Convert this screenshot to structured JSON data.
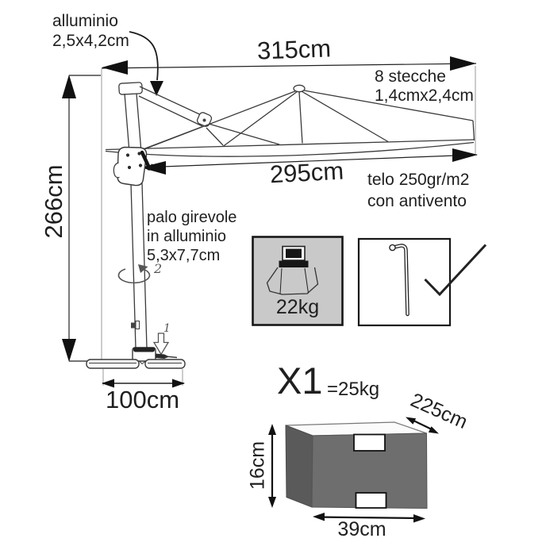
{
  "colors": {
    "text": "#1f1f1f",
    "line": "#3a3a3a",
    "arrow": "#111111",
    "base_box_fill": "#c9c9c9",
    "package_front": "#6e6e6e",
    "package_side": "#5a5a5a",
    "package_top": "#fbfbfb"
  },
  "umbrella": {
    "arm_material": {
      "line1": "alluminio",
      "line2": "2,5x4,2cm"
    },
    "total_width": "315cm",
    "ribs": {
      "line1": "8 stecche",
      "line2": "1,4cmx2,4cm"
    },
    "canopy_width": "295cm",
    "fabric": {
      "line1": "telo 250gr/m2",
      "line2": "con antivento"
    },
    "height": "266cm",
    "pole": {
      "line1": "palo girevole",
      "line2": "in alluminio",
      "line3": "5,3x7,7cm"
    },
    "base_width": "100cm",
    "step_1": "1",
    "step_2": "2"
  },
  "included": {
    "base_weight": "22kg"
  },
  "package": {
    "count": "X1",
    "weight": "=25kg",
    "length": "225cm",
    "height": "16cm",
    "width": "39cm"
  }
}
